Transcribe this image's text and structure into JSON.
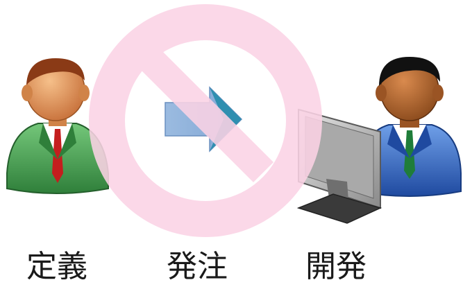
{
  "labels": {
    "define": "定義",
    "order": "発注",
    "develop": "開発"
  },
  "icons": {
    "left_person": "businessman-green-icon",
    "arrow": "right-arrow-icon",
    "right_person": "businessman-blue-icon",
    "computer": "computer-monitor-icon",
    "prohibition": "prohibition-sign-icon"
  },
  "colors": {
    "prohibition": "#f9c9de",
    "arrow_fill": "#8fb1d8",
    "arrow_tip": "#2f8fb0",
    "green_suit": "#3e9a4c",
    "blue_suit": "#2d5fb8",
    "tie": "#c41e1e"
  }
}
